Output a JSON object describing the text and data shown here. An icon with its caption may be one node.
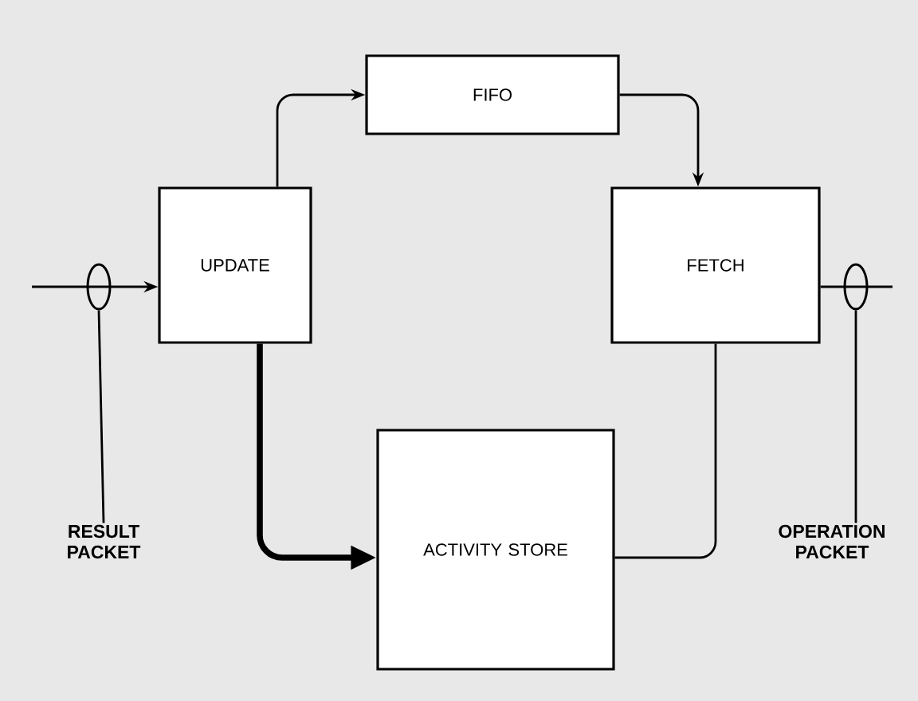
{
  "diagram": {
    "nodes": [
      {
        "text": [
          "UPDATE"
        ]
      },
      {
        "text": [
          "FIFO"
        ]
      },
      {
        "text": [
          "FETCH"
        ]
      },
      {
        "text": [
          "ACTIVITY STORE"
        ]
      },
      {
        "text": [
          "RESULT PACKET"
        ]
      },
      {
        "text": [
          "OPERATION PACKET"
        ]
      },
      {
        "text": [],
        "shape": "ellipse"
      },
      {
        "text": [],
        "shape": "ellipse"
      }
    ],
    "edges": [
      {
        "from": null,
        "to": 0,
        "arrow": "to"
      },
      {
        "from": 0,
        "to": 1,
        "arrow": "to"
      },
      {
        "from": 1,
        "to": 2,
        "arrow": "to"
      },
      {
        "from": 0,
        "to": 3,
        "arrow": "to",
        "style": "thick"
      },
      {
        "from": 3,
        "to": 2,
        "arrow": "none"
      },
      {
        "from": 2,
        "to": null,
        "arrow": "none"
      },
      {
        "from": 4,
        "to": 6,
        "arrow": "none"
      },
      {
        "from": 5,
        "to": 7,
        "arrow": "none"
      }
    ]
  }
}
